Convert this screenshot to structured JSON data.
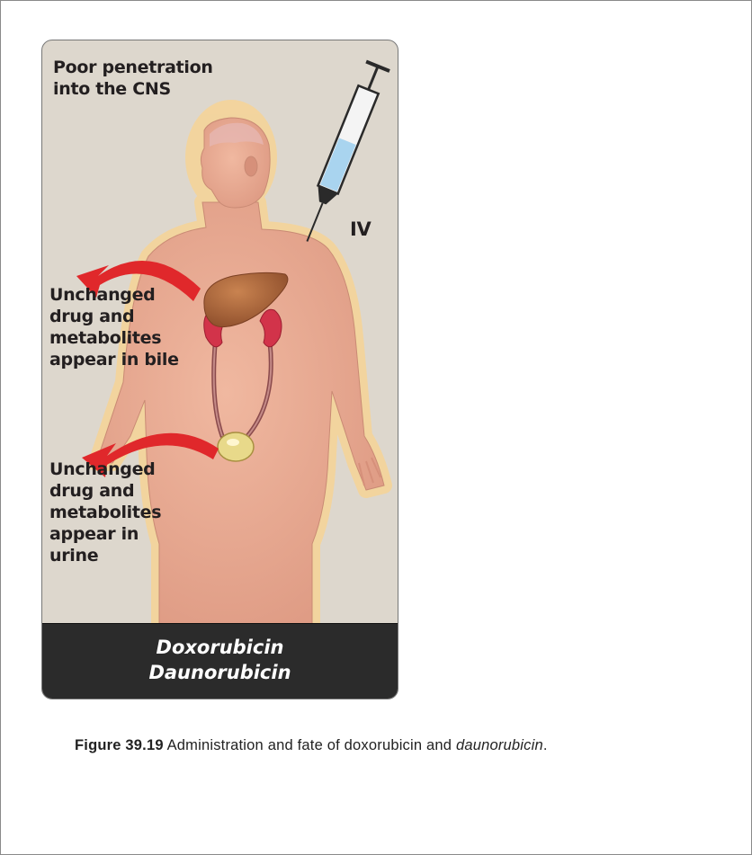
{
  "figure": {
    "labels": {
      "cns": "Poor penetration\ninto the CNS",
      "route": "IV",
      "bile": "Unchanged\ndrug and\nmetabolites\nappear in bile",
      "urine": "Unchanged\ndrug and\nmetabolites\nappear in\nurine"
    },
    "drugs": [
      "Doxorubicin",
      "Daunorubicin"
    ],
    "colors": {
      "panel_bg": "#ddd7cd",
      "skin": "#e8a88f",
      "glow": "#f6d6a0",
      "arrow": "#e0282b",
      "liver": "#a8623a",
      "footer_bg": "#2b2b2b"
    },
    "icons": [
      "syringe-icon",
      "liver-icon",
      "kidney-icon",
      "bladder-icon",
      "curved-arrow-icon"
    ]
  },
  "caption": {
    "figure_number": "Figure 39.19",
    "text_before": " Administration and fate of doxorubicin and ",
    "italic_term": "daunorubicin",
    "text_after": "."
  }
}
